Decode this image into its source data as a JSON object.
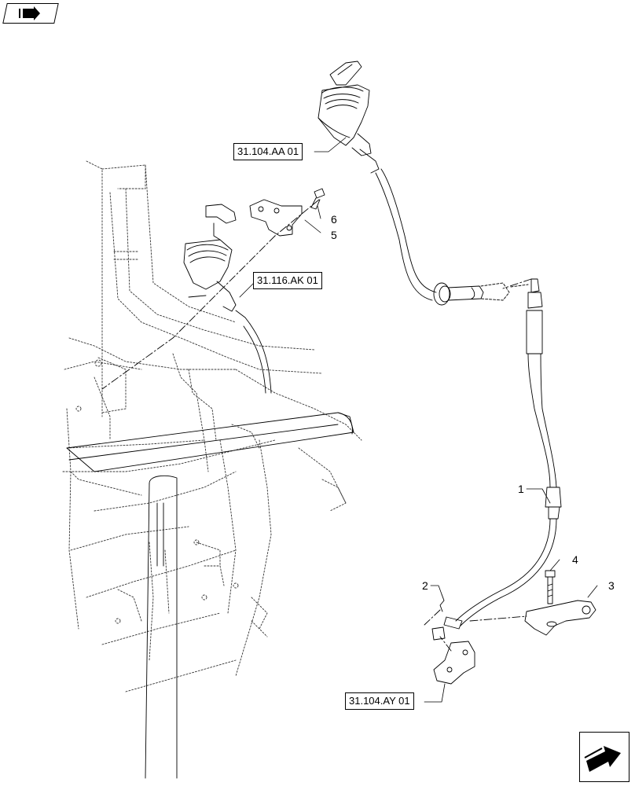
{
  "references": {
    "ref_top": "31.104.AA 01",
    "ref_middle": "31.116.AK 01",
    "ref_bottom": "31.104.AY 01"
  },
  "callouts": {
    "item_1": "1",
    "item_2": "2",
    "item_3": "3",
    "item_4": "4",
    "item_5": "5",
    "item_6": "6"
  },
  "navigation": {
    "top_left_icon": "back-arrow-icon",
    "bottom_right_icon": "forward-arrow-icon"
  }
}
